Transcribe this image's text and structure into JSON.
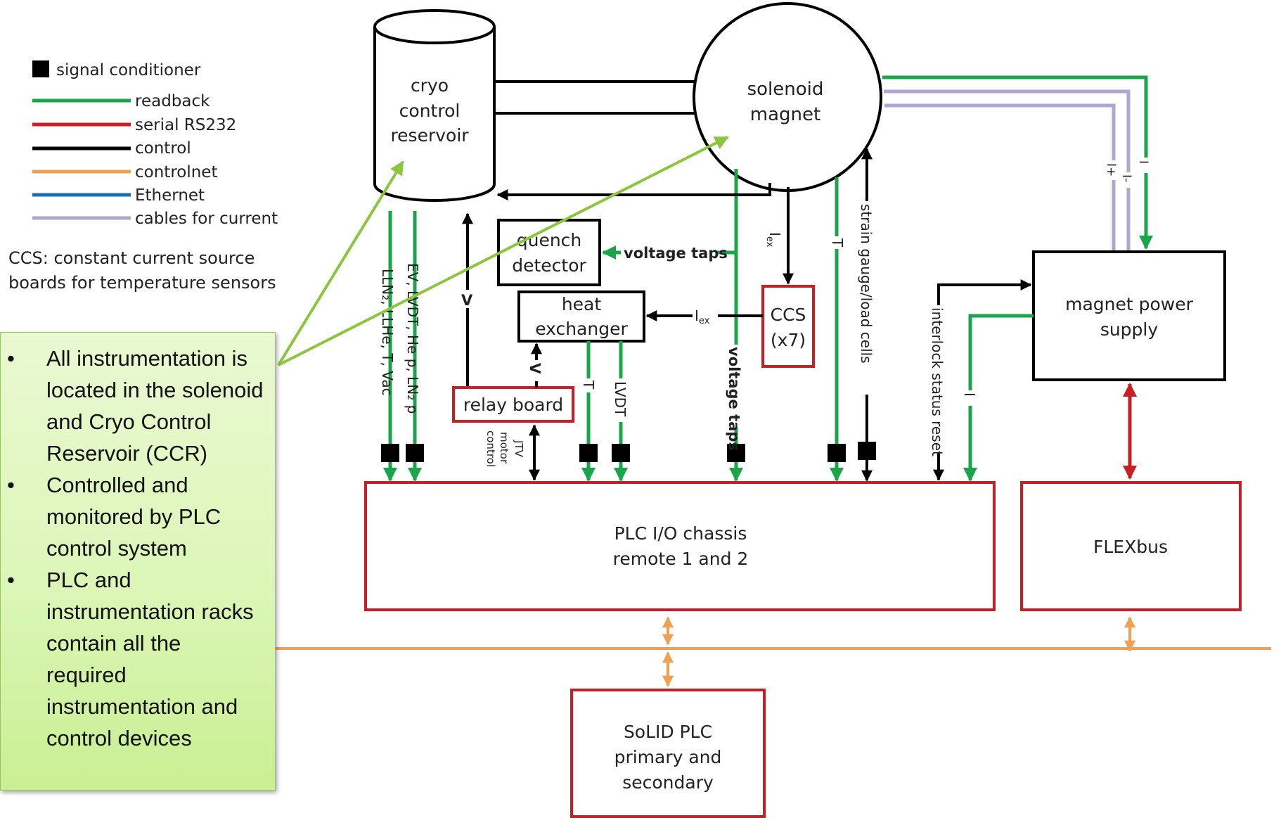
{
  "legend": {
    "items": [
      {
        "label": "signal conditioner",
        "color": "#000000",
        "kind": "square"
      },
      {
        "label": "readback",
        "color": "#1aa54a",
        "kind": "line"
      },
      {
        "label": "serial RS232",
        "color": "#c81e24",
        "kind": "line"
      },
      {
        "label": "control",
        "color": "#000000",
        "kind": "line"
      },
      {
        "label": "controlnet",
        "color": "#f0a050",
        "kind": "line"
      },
      {
        "label": "Ethernet",
        "color": "#1f6bb0",
        "kind": "line"
      },
      {
        "label": "cables for current",
        "color": "#b0a6cf",
        "kind": "line"
      }
    ],
    "note_line1": "CCS: constant current source",
    "note_line2": "boards for temperature sensors"
  },
  "nodes": {
    "ccr": [
      "cryo",
      "control",
      "reservoir"
    ],
    "solenoid": [
      "solenoid",
      "magnet"
    ],
    "quench": [
      "quench",
      "detector"
    ],
    "heat_exchanger": [
      "heat",
      "exchanger"
    ],
    "relay_board": "relay board",
    "ccs": [
      "CCS",
      "(x7)"
    ],
    "magnet_power_supply": [
      "magnet power",
      "supply"
    ],
    "plc_io": [
      "PLC I/O chassis",
      "remote 1 and 2"
    ],
    "flexbus": "FLEXbus",
    "solid_plc": [
      "SoLID PLC",
      "primary and",
      "secondary"
    ]
  },
  "signals": {
    "voltage_taps_h": "voltage taps",
    "voltage_taps_v": "voltage taps",
    "iex_top": "I",
    "iex_sub": "ex",
    "lln": "LLN₂, LLHe, T, Vac",
    "ev": "EV, LVDT, He p, LN₂ p",
    "v_main": "V",
    "v_relay": "V",
    "jtv_motor_control": [
      "JTV",
      "motor",
      "control"
    ],
    "t_heat": "T",
    "lvdt": "LVDT",
    "t_sol": "T",
    "strain": "strain gauge/load cells",
    "interlock": "interlock status reset",
    "i_mps": "I",
    "i_plus": "I+",
    "i_minus": "I-",
    "i_read": "I"
  },
  "callout": {
    "bullets": [
      "All instrumentation is located in the solenoid and Cryo Control Reservoir (CCR)",
      "Controlled and monitored by PLC control system",
      "PLC and instrumentation racks contain all the required instrumentation and control devices"
    ]
  },
  "colors": {
    "readback": "#1aa54a",
    "serial": "#c81e24",
    "control": "#000000",
    "controlnet": "#f0a050",
    "current": "#b0a6cf",
    "pointer": "#8cc63f"
  }
}
